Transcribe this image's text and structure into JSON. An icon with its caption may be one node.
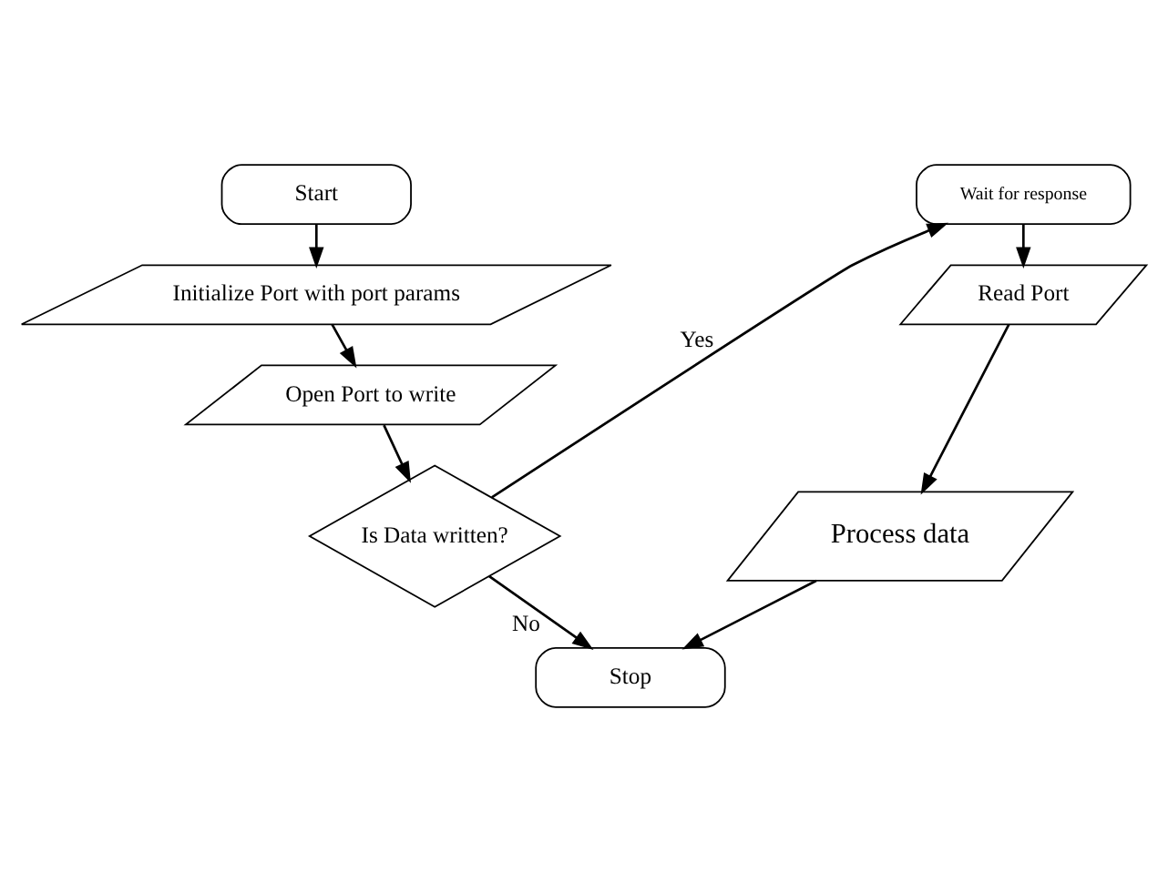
{
  "diagram": {
    "nodes": [
      {
        "text": [
          "Start"
        ]
      },
      {
        "text": [
          "Initialize Port with port params"
        ]
      },
      {
        "text": [
          "Open Port to write"
        ]
      },
      {
        "text": [
          "Is Data written?"
        ]
      },
      {
        "text": [
          "Wait for response"
        ]
      },
      {
        "text": [
          "Read Port"
        ]
      },
      {
        "text": [
          "Process data"
        ]
      },
      {
        "text": [
          "Stop"
        ]
      }
    ],
    "edges": [
      {
        "from": 0,
        "to": 1,
        "arrow": "to"
      },
      {
        "from": 1,
        "to": 2,
        "arrow": "to"
      },
      {
        "from": 2,
        "to": 3,
        "arrow": "to"
      },
      {
        "from": 3,
        "to": 4,
        "arrow": "to",
        "label": "Yes"
      },
      {
        "from": 4,
        "to": 5,
        "arrow": "to"
      },
      {
        "from": 5,
        "to": 6,
        "arrow": "to"
      },
      {
        "from": 6,
        "to": 7,
        "arrow": "to"
      },
      {
        "from": 3,
        "to": 7,
        "arrow": "to",
        "label": "No"
      }
    ]
  }
}
